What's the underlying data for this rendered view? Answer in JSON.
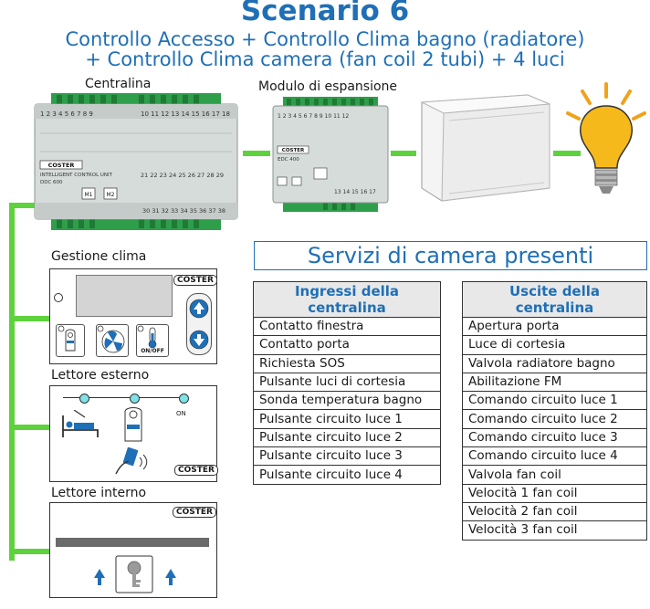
{
  "heading": {
    "title": "Scenario 6",
    "line1": "Controllo Accesso + Controllo Clima bagno (radiatore)",
    "line2": "+ Controllo Clima camera (fan coil 2 tubi) + 4 luci"
  },
  "devices": {
    "centralina_label": "Centralina",
    "modulo_label": "Modulo di espansione",
    "centralina_brand": "COSTER",
    "centralina_model": "INTELLIGENT CONTROL UNIT",
    "centralina_code": "DDC 600",
    "modulo_brand": "COSTER",
    "modulo_code": "EDC 400",
    "port_m1": "M1",
    "port_m2": "M2"
  },
  "panels": {
    "clima_label": "Gestione clima",
    "esterno_label": "Lettore esterno",
    "interno_label": "Lettore interno",
    "brand": "COSTER",
    "onoff": "ON/OFF",
    "on": "ON"
  },
  "services": {
    "title": "Servizi di camera presenti",
    "inputs_header": "Ingressi della centralina",
    "inputs": [
      "Contatto finestra",
      "Contatto porta",
      "Richiesta SOS",
      "Pulsante luci di cortesia",
      "Sonda temperatura bagno",
      "Pulsante circuito luce 1",
      "Pulsante circuito luce 2",
      "Pulsante circuito luce 3",
      "Pulsante circuito luce 4"
    ],
    "outputs_header": "Uscite della centralina",
    "outputs": [
      "Apertura porta",
      "Luce di cortesia",
      "Valvola radiatore bagno",
      "Abilitazione FM",
      "Comando circuito luce 1",
      "Comando circuito luce 2",
      "Comando circuito luce 3",
      "Comando circuito luce 4",
      "Valvola fan coil",
      "Velocità 1 fan coil",
      "Velocità 2 fan coil",
      "Velocità 3 fan coil"
    ]
  },
  "colors": {
    "accent": "#1f6fb6",
    "bus": "#5ed23d",
    "terminal": "#2e9e4a"
  }
}
